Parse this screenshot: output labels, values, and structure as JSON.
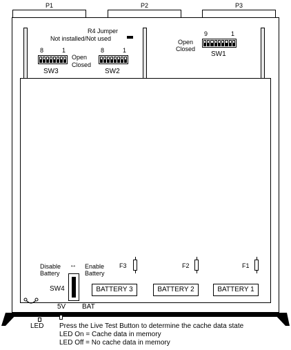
{
  "connectors": {
    "p1": "P1",
    "p2": "P2",
    "p3": "P3"
  },
  "jumper": {
    "title": "R4  Jumper",
    "status": "Not installed/Not used"
  },
  "sw1": {
    "name": "SW1",
    "left_num": "9",
    "right_num": "1",
    "open": "Open",
    "closed": "Closed"
  },
  "sw2": {
    "name": "SW2",
    "left_num": "8",
    "right_num": "1",
    "open": "Open",
    "closed": "Closed"
  },
  "sw3": {
    "name": "SW3",
    "left_num": "8",
    "right_num": "1"
  },
  "sw4": {
    "name": "SW4",
    "disable": "Disable\nBattery",
    "enable": "Enable\nBattery",
    "arrow": "↔"
  },
  "fuses": {
    "f1": "F1",
    "f2": "F2",
    "f3": "F3"
  },
  "batteries": {
    "b1": "BATTERY 1",
    "b2": "BATTERY 2",
    "b3": "BATTERY 3"
  },
  "power": {
    "v5": "5V",
    "bat": "BAT"
  },
  "led": {
    "label": "LED",
    "line1": "Press the Live Test Button to determine the cache data state",
    "line2": "LED On = Cache data in memory",
    "line3": "LED Off = No cache data in memory"
  }
}
